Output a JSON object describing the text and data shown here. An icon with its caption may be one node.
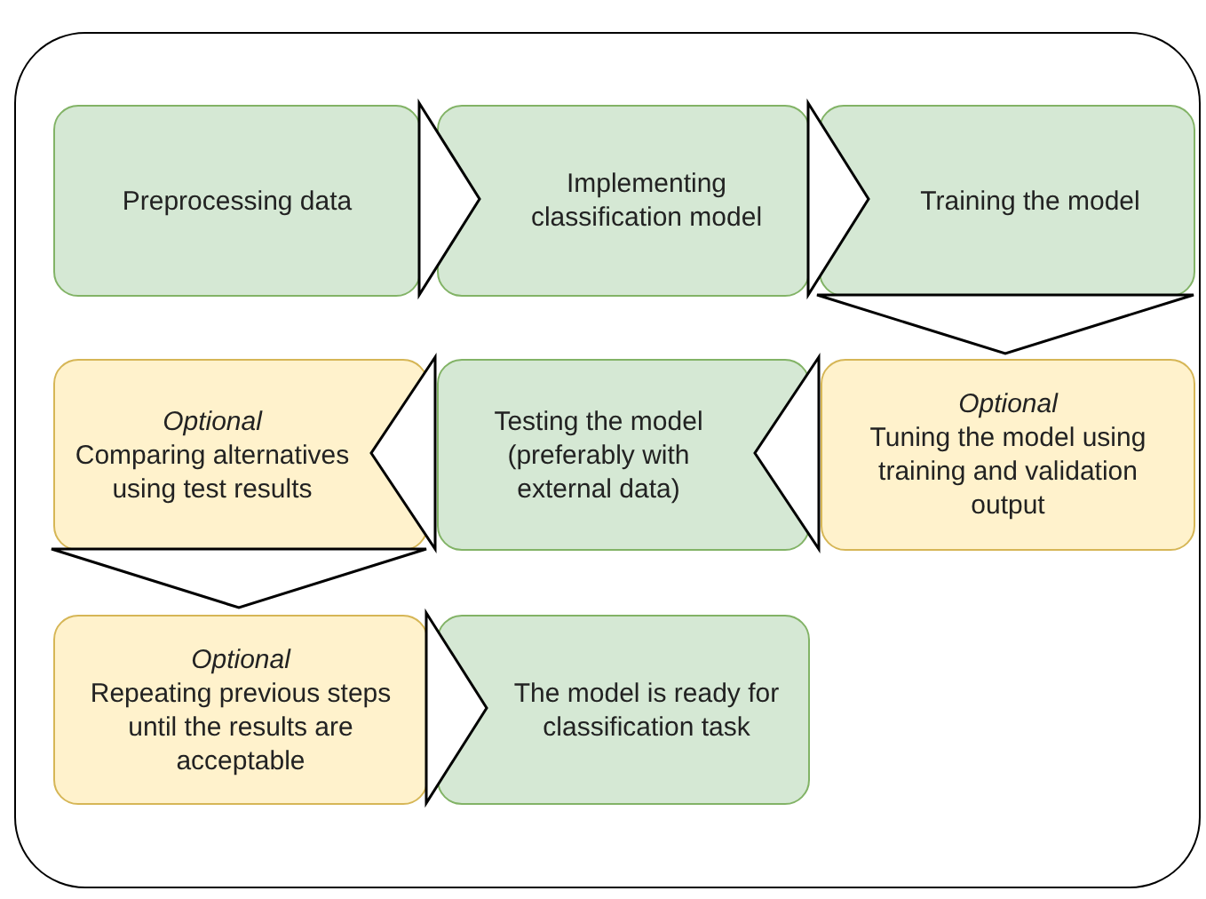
{
  "diagram": {
    "nodes": [
      {
        "text": [],
        "shape": "box"
      },
      {
        "text": [
          "Preprocessing data"
        ],
        "in": 0
      },
      {
        "text": [
          "Implementing classification model"
        ],
        "in": 0
      },
      {
        "text": [
          "Training the model"
        ],
        "in": 0
      },
      {
        "text": [
          "Optional",
          "Comparing alternatives using test results"
        ],
        "in": 0
      },
      {
        "text": [
          "Testing the model (preferably with external data)"
        ],
        "in": 0
      },
      {
        "text": [
          "Optional",
          "Tuning the model using training and validation output"
        ],
        "in": 0
      },
      {
        "text": [
          "Optional",
          "Repeating previous steps until the results are acceptable"
        ],
        "in": 0
      },
      {
        "text": [
          "The model is ready for classification task"
        ],
        "in": 0
      }
    ],
    "edges": [
      {
        "from": 1,
        "to": 2,
        "arrow": "to"
      },
      {
        "from": 2,
        "to": 3,
        "arrow": "to"
      },
      {
        "from": 3,
        "to": 6,
        "arrow": "to"
      },
      {
        "from": 6,
        "to": 5,
        "arrow": "to"
      },
      {
        "from": 5,
        "to": 4,
        "arrow": "to"
      },
      {
        "from": 4,
        "to": 7,
        "arrow": "to"
      },
      {
        "from": 7,
        "to": 8,
        "arrow": "to"
      }
    ]
  }
}
